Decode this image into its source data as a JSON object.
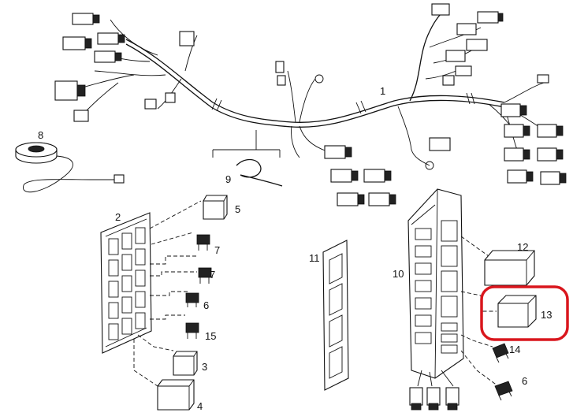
{
  "highlight_color": "#d9161d",
  "callouts": {
    "c1": "1",
    "c2": "2",
    "c3": "3",
    "c4": "4",
    "c5": "5",
    "c6a": "6",
    "c6b": "6",
    "c7a": "7",
    "c7b": "7",
    "c8": "8",
    "c9": "9",
    "c10": "10",
    "c11": "11",
    "c12": "12",
    "c13": "13",
    "c14": "14",
    "c15": "15"
  }
}
